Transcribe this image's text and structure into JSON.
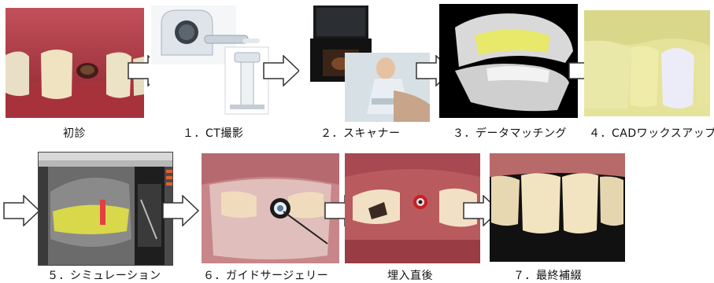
{
  "captions": {
    "step0": "初診",
    "step1": "１．CT撮影",
    "step2": "２．スキャナー",
    "step3": "３．データマッチング",
    "step4": "４．CADワックスアップ",
    "step5": "５．シミュレーション",
    "step6": "６．ガイドサージェリー",
    "step7": "埋入直後",
    "step8": "７．最終補綴"
  },
  "icons": {
    "flow_arrow": "right-arrow-icon"
  }
}
